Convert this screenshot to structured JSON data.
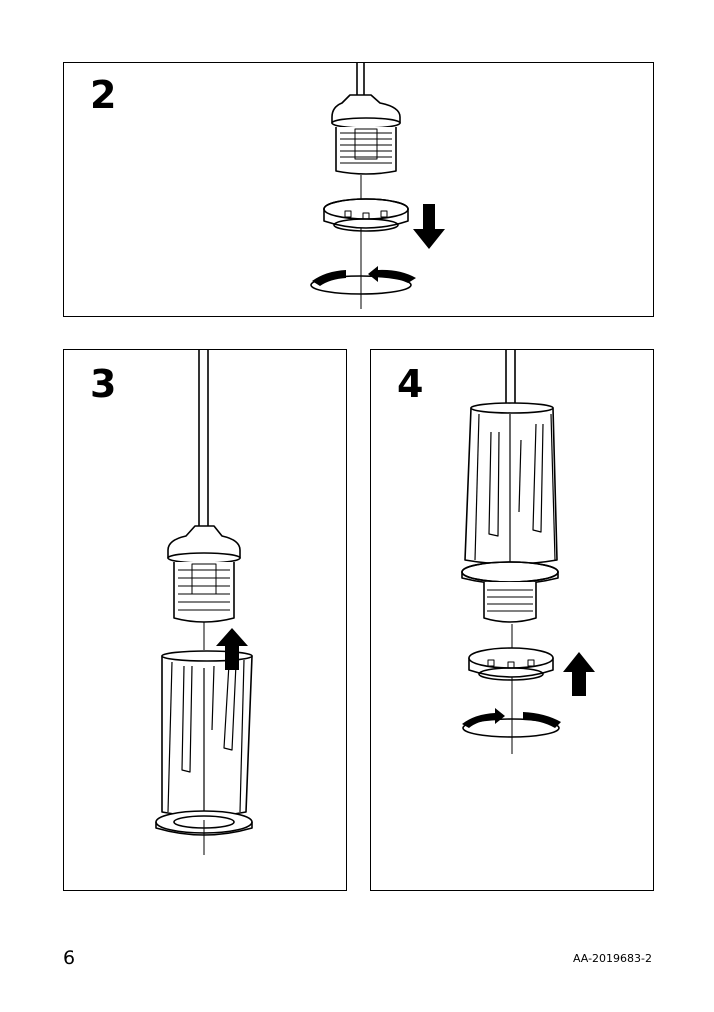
{
  "steps": [
    {
      "number": "2"
    },
    {
      "number": "3"
    },
    {
      "number": "4"
    }
  ],
  "footer": {
    "page_number": "6",
    "document_id": "AA-2019683-2"
  },
  "arrows": {
    "step2": [
      "down-arrow",
      "rotate-arrow"
    ],
    "step3": [
      "up-arrow"
    ],
    "step4": [
      "up-arrow",
      "rotate-arrow"
    ]
  },
  "colors": {
    "ink": "#000000",
    "paper": "#ffffff"
  }
}
